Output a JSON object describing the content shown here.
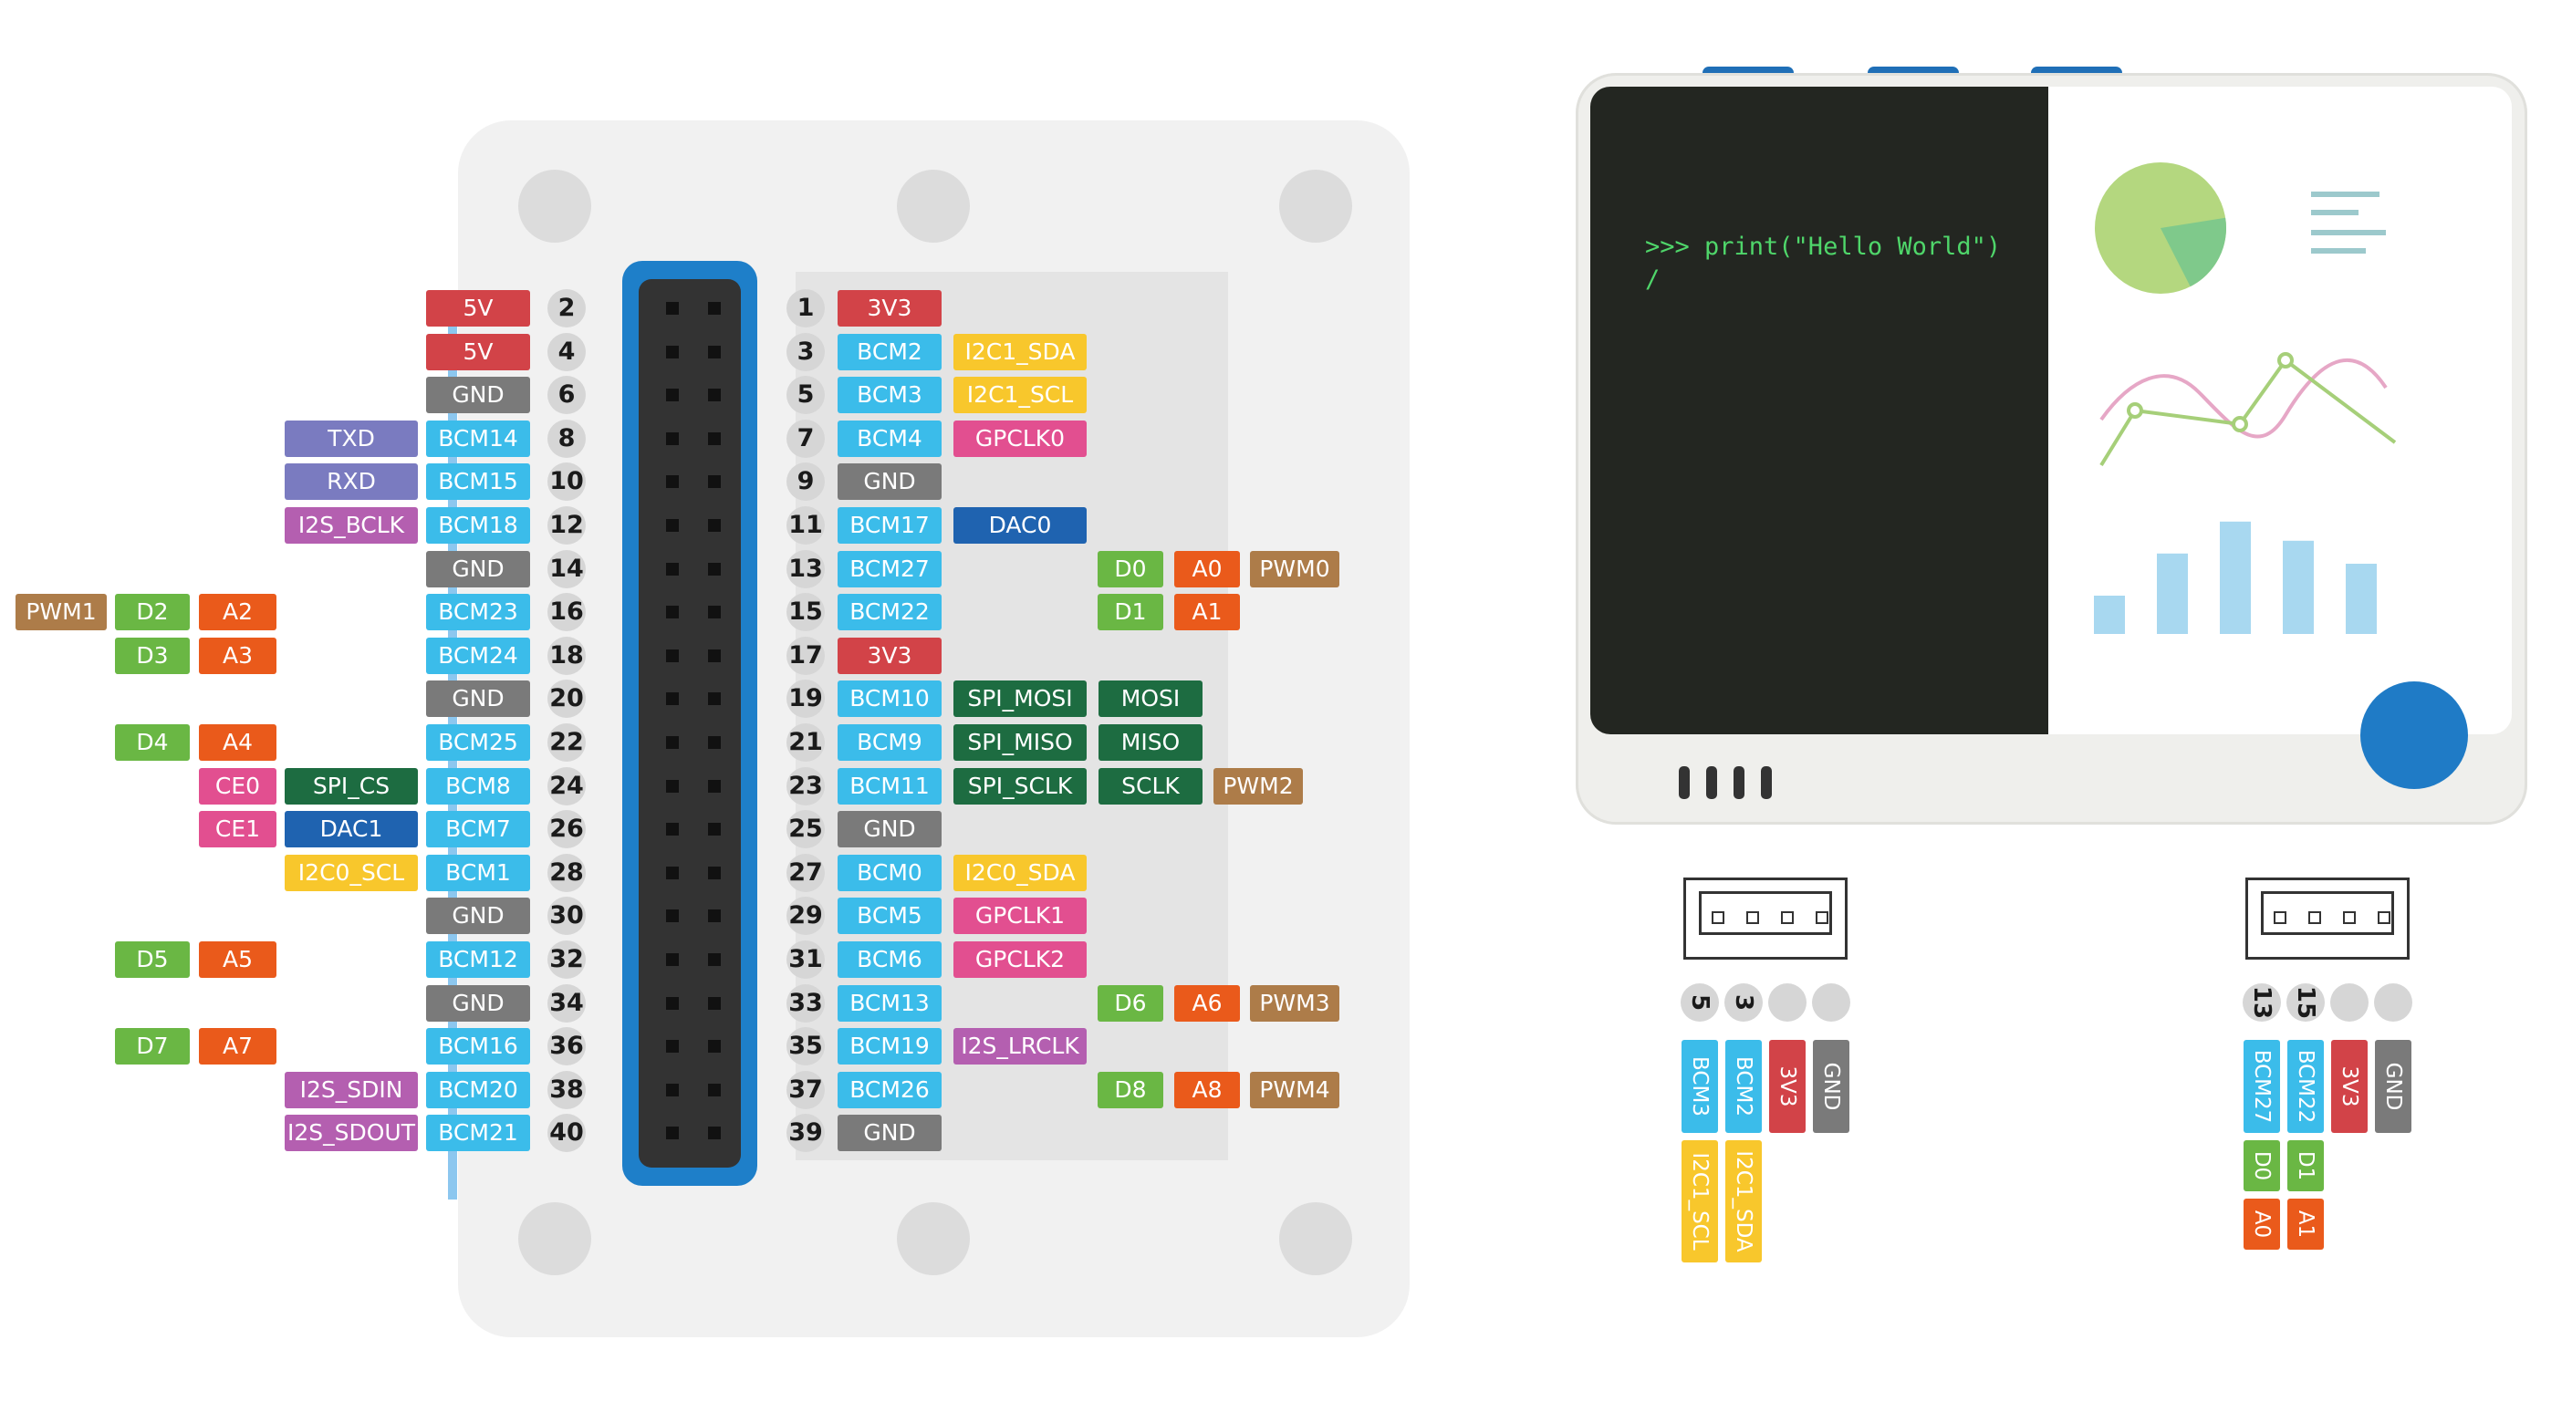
{
  "colors": {
    "power5v": "#d24348",
    "power3v3": "#d24348",
    "gnd": "#7a7a7a",
    "bcm": "#3bbcea",
    "uart": "#7a7bc0",
    "i2s": "#b45fb0",
    "i2c": "#f8c72c",
    "gpclk": "#e24f90",
    "dac": "#1f63b0",
    "spi": "#1d6c41",
    "digital": "#6ab744",
    "analog": "#ea5a1b",
    "pwm": "#ad7c49",
    "ce": "#e24f90"
  },
  "gpio": {
    "rows": [
      {
        "l": {
          "num": "2",
          "labels": [
            {
              "t": "5V",
              "c": "power5v"
            }
          ]
        },
        "r": {
          "num": "1",
          "labels": [
            {
              "t": "3V3",
              "c": "power3v3"
            }
          ]
        }
      },
      {
        "l": {
          "num": "4",
          "labels": [
            {
              "t": "5V",
              "c": "power5v"
            }
          ]
        },
        "r": {
          "num": "3",
          "labels": [
            {
              "t": "BCM2",
              "c": "bcm"
            },
            {
              "t": "I2C1_SDA",
              "c": "i2c"
            }
          ]
        }
      },
      {
        "l": {
          "num": "6",
          "labels": [
            {
              "t": "GND",
              "c": "gnd"
            }
          ]
        },
        "r": {
          "num": "5",
          "labels": [
            {
              "t": "BCM3",
              "c": "bcm"
            },
            {
              "t": "I2C1_SCL",
              "c": "i2c"
            }
          ]
        }
      },
      {
        "l": {
          "num": "8",
          "labels": [
            {
              "t": "BCM14",
              "c": "bcm"
            },
            {
              "t": "TXD",
              "c": "uart"
            }
          ]
        },
        "r": {
          "num": "7",
          "labels": [
            {
              "t": "BCM4",
              "c": "bcm"
            },
            {
              "t": "GPCLK0",
              "c": "gpclk"
            }
          ]
        }
      },
      {
        "l": {
          "num": "10",
          "labels": [
            {
              "t": "BCM15",
              "c": "bcm"
            },
            {
              "t": "RXD",
              "c": "uart"
            }
          ]
        },
        "r": {
          "num": "9",
          "labels": [
            {
              "t": "GND",
              "c": "gnd"
            }
          ]
        }
      },
      {
        "l": {
          "num": "12",
          "labels": [
            {
              "t": "BCM18",
              "c": "bcm"
            },
            {
              "t": "I2S_BCLK",
              "c": "i2s"
            }
          ]
        },
        "r": {
          "num": "11",
          "labels": [
            {
              "t": "BCM17",
              "c": "bcm"
            },
            {
              "t": "DAC0",
              "c": "dac"
            }
          ]
        }
      },
      {
        "l": {
          "num": "14",
          "labels": [
            {
              "t": "GND",
              "c": "gnd"
            }
          ]
        },
        "r": {
          "num": "13",
          "labels": [
            {
              "t": "BCM27",
              "c": "bcm"
            }
          ],
          "ext": [
            {
              "t": "D0",
              "c": "digital"
            },
            {
              "t": "A0",
              "c": "analog"
            },
            {
              "t": "PWM0",
              "c": "pwm"
            }
          ]
        }
      },
      {
        "l": {
          "num": "16",
          "labels": [
            {
              "t": "BCM23",
              "c": "bcm"
            }
          ],
          "ext": [
            {
              "t": "A2",
              "c": "analog"
            },
            {
              "t": "D2",
              "c": "digital"
            },
            {
              "t": "PWM1",
              "c": "pwm"
            }
          ]
        },
        "r": {
          "num": "15",
          "labels": [
            {
              "t": "BCM22",
              "c": "bcm"
            }
          ],
          "ext": [
            {
              "t": "D1",
              "c": "digital"
            },
            {
              "t": "A1",
              "c": "analog"
            }
          ]
        }
      },
      {
        "l": {
          "num": "18",
          "labels": [
            {
              "t": "BCM24",
              "c": "bcm"
            }
          ],
          "ext": [
            {
              "t": "A3",
              "c": "analog"
            },
            {
              "t": "D3",
              "c": "digital"
            }
          ]
        },
        "r": {
          "num": "17",
          "labels": [
            {
              "t": "3V3",
              "c": "power3v3"
            }
          ]
        }
      },
      {
        "l": {
          "num": "20",
          "labels": [
            {
              "t": "GND",
              "c": "gnd"
            }
          ]
        },
        "r": {
          "num": "19",
          "labels": [
            {
              "t": "BCM10",
              "c": "bcm"
            },
            {
              "t": "SPI_MOSI",
              "c": "spi"
            },
            {
              "t": "MOSI",
              "c": "spi"
            }
          ]
        }
      },
      {
        "l": {
          "num": "22",
          "labels": [
            {
              "t": "BCM25",
              "c": "bcm"
            }
          ],
          "ext": [
            {
              "t": "A4",
              "c": "analog"
            },
            {
              "t": "D4",
              "c": "digital"
            }
          ]
        },
        "r": {
          "num": "21",
          "labels": [
            {
              "t": "BCM9",
              "c": "bcm"
            },
            {
              "t": "SPI_MISO",
              "c": "spi"
            },
            {
              "t": "MISO",
              "c": "spi"
            }
          ]
        }
      },
      {
        "l": {
          "num": "24",
          "labels": [
            {
              "t": "BCM8",
              "c": "bcm"
            },
            {
              "t": "SPI_CS",
              "c": "spi"
            },
            {
              "t": "CE0",
              "c": "ce"
            }
          ]
        },
        "r": {
          "num": "23",
          "labels": [
            {
              "t": "BCM11",
              "c": "bcm"
            },
            {
              "t": "SPI_SCLK",
              "c": "spi"
            },
            {
              "t": "SCLK",
              "c": "spi"
            },
            {
              "t": "PWM2",
              "c": "pwm"
            }
          ]
        }
      },
      {
        "l": {
          "num": "26",
          "labels": [
            {
              "t": "BCM7",
              "c": "bcm"
            },
            {
              "t": "DAC1",
              "c": "dac"
            },
            {
              "t": "CE1",
              "c": "ce"
            }
          ]
        },
        "r": {
          "num": "25",
          "labels": [
            {
              "t": "GND",
              "c": "gnd"
            }
          ]
        }
      },
      {
        "l": {
          "num": "28",
          "labels": [
            {
              "t": "BCM1",
              "c": "bcm"
            },
            {
              "t": "I2C0_SCL",
              "c": "i2c"
            }
          ]
        },
        "r": {
          "num": "27",
          "labels": [
            {
              "t": "BCM0",
              "c": "bcm"
            },
            {
              "t": "I2C0_SDA",
              "c": "i2c"
            }
          ]
        }
      },
      {
        "l": {
          "num": "30",
          "labels": [
            {
              "t": "GND",
              "c": "gnd"
            }
          ]
        },
        "r": {
          "num": "29",
          "labels": [
            {
              "t": "BCM5",
              "c": "bcm"
            },
            {
              "t": "GPCLK1",
              "c": "gpclk"
            }
          ]
        }
      },
      {
        "l": {
          "num": "32",
          "labels": [
            {
              "t": "BCM12",
              "c": "bcm"
            }
          ],
          "ext": [
            {
              "t": "A5",
              "c": "analog"
            },
            {
              "t": "D5",
              "c": "digital"
            }
          ]
        },
        "r": {
          "num": "31",
          "labels": [
            {
              "t": "BCM6",
              "c": "bcm"
            },
            {
              "t": "GPCLK2",
              "c": "gpclk"
            }
          ]
        }
      },
      {
        "l": {
          "num": "34",
          "labels": [
            {
              "t": "GND",
              "c": "gnd"
            }
          ]
        },
        "r": {
          "num": "33",
          "labels": [
            {
              "t": "BCM13",
              "c": "bcm"
            }
          ],
          "ext": [
            {
              "t": "D6",
              "c": "digital"
            },
            {
              "t": "A6",
              "c": "analog"
            },
            {
              "t": "PWM3",
              "c": "pwm"
            }
          ]
        }
      },
      {
        "l": {
          "num": "36",
          "labels": [
            {
              "t": "BCM16",
              "c": "bcm"
            }
          ],
          "ext": [
            {
              "t": "A7",
              "c": "analog"
            },
            {
              "t": "D7",
              "c": "digital"
            }
          ]
        },
        "r": {
          "num": "35",
          "labels": [
            {
              "t": "BCM19",
              "c": "bcm"
            },
            {
              "t": "I2S_LRCLK",
              "c": "i2s"
            }
          ]
        }
      },
      {
        "l": {
          "num": "38",
          "labels": [
            {
              "t": "BCM20",
              "c": "bcm"
            },
            {
              "t": "I2S_SDIN",
              "c": "i2s"
            }
          ]
        },
        "r": {
          "num": "37",
          "labels": [
            {
              "t": "BCM26",
              "c": "bcm"
            }
          ],
          "ext": [
            {
              "t": "D8",
              "c": "digital"
            },
            {
              "t": "A8",
              "c": "analog"
            },
            {
              "t": "PWM4",
              "c": "pwm"
            }
          ]
        }
      },
      {
        "l": {
          "num": "40",
          "labels": [
            {
              "t": "BCM21",
              "c": "bcm"
            },
            {
              "t": "I2S_SDOUT",
              "c": "i2s"
            }
          ]
        },
        "r": {
          "num": "39",
          "labels": [
            {
              "t": "GND",
              "c": "gnd"
            }
          ]
        }
      }
    ]
  },
  "device": {
    "terminal_line1": ">>> print(\"Hello World\")",
    "terminal_line2": "/",
    "pie_fraction": 0.2,
    "bars": [
      0.3,
      0.63,
      0.88,
      0.73,
      0.55
    ]
  },
  "grove_left": {
    "pins": [
      {
        "num": "5",
        "labels": [
          {
            "t": "BCM3",
            "c": "bcm"
          },
          {
            "t": "I2C1_SCL",
            "c": "i2c"
          }
        ]
      },
      {
        "num": "3",
        "labels": [
          {
            "t": "BCM2",
            "c": "bcm"
          },
          {
            "t": "I2C1_SDA",
            "c": "i2c"
          }
        ]
      },
      {
        "num": "",
        "labels": [
          {
            "t": "3V3",
            "c": "power3v3"
          }
        ]
      },
      {
        "num": "",
        "labels": [
          {
            "t": "GND",
            "c": "gnd"
          }
        ]
      }
    ]
  },
  "grove_right": {
    "pins": [
      {
        "num": "13",
        "labels": [
          {
            "t": "BCM27",
            "c": "bcm"
          },
          {
            "t": "D0",
            "c": "digital"
          },
          {
            "t": "A0",
            "c": "analog"
          }
        ]
      },
      {
        "num": "15",
        "labels": [
          {
            "t": "BCM22",
            "c": "bcm"
          },
          {
            "t": "D1",
            "c": "digital"
          },
          {
            "t": "A1",
            "c": "analog"
          }
        ]
      },
      {
        "num": "",
        "labels": [
          {
            "t": "3V3",
            "c": "power3v3"
          }
        ]
      },
      {
        "num": "",
        "labels": [
          {
            "t": "GND",
            "c": "gnd"
          }
        ]
      }
    ]
  }
}
